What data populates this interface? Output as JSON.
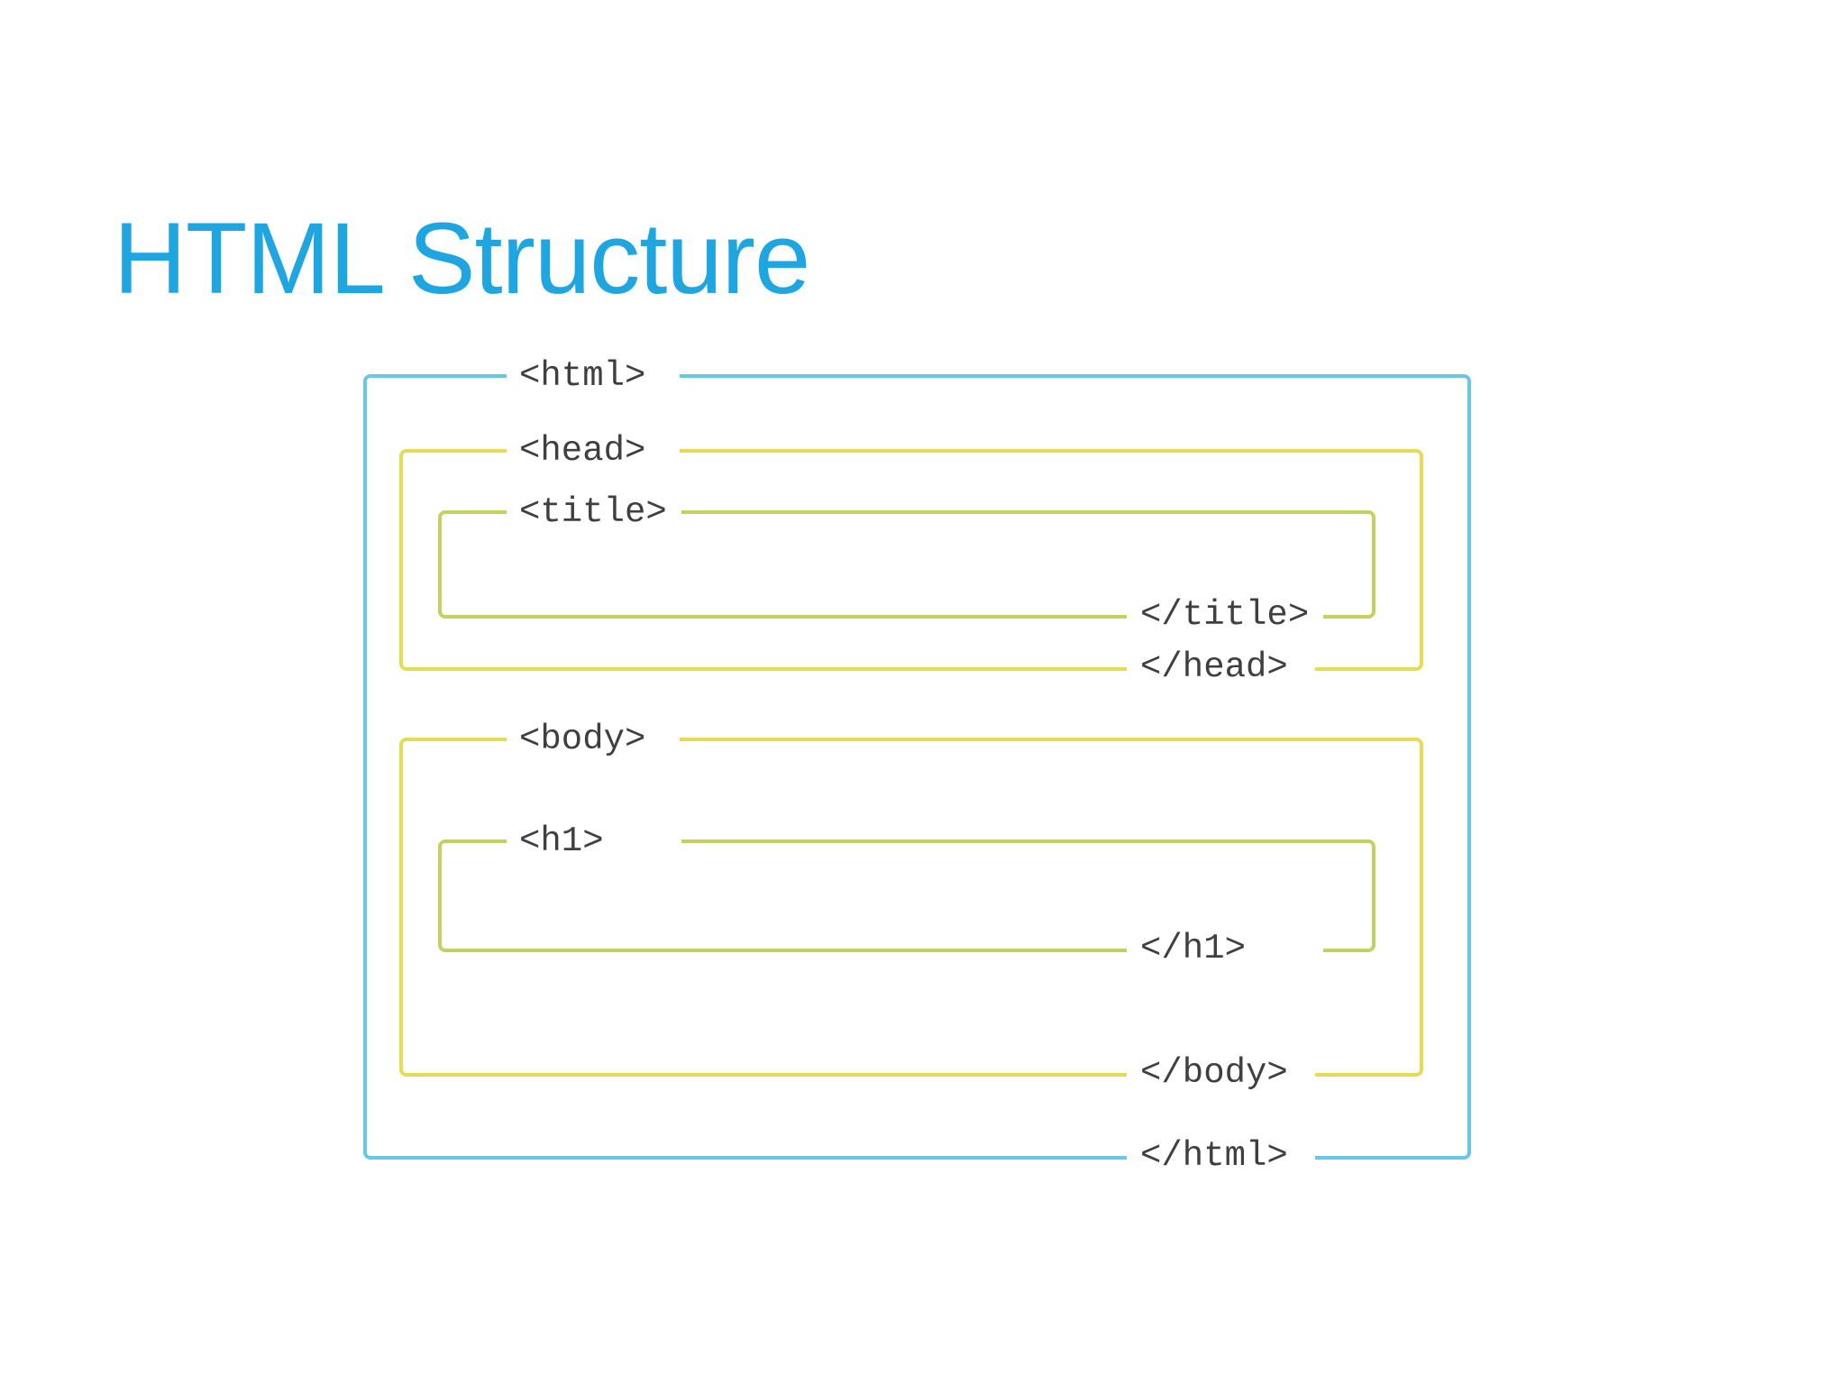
{
  "page": {
    "title": "HTML Structure"
  },
  "colors": {
    "background": "#ffffff",
    "title-text": "#1fa6e1",
    "html-line": "#68c6e6",
    "head-body-line": "#e6db52",
    "title-h1-line": "#c4d160",
    "tag-text": "#3f3f3f"
  },
  "diagram": {
    "tags": {
      "html_open": "<html>",
      "head_open": "<head>",
      "title_open": "<title>",
      "title_close": "</title>",
      "head_close": "</head>",
      "body_open": "<body>",
      "h1_open": "<h1>",
      "h1_close": "</h1>",
      "body_close": "</body>",
      "html_close": "</html>"
    }
  }
}
